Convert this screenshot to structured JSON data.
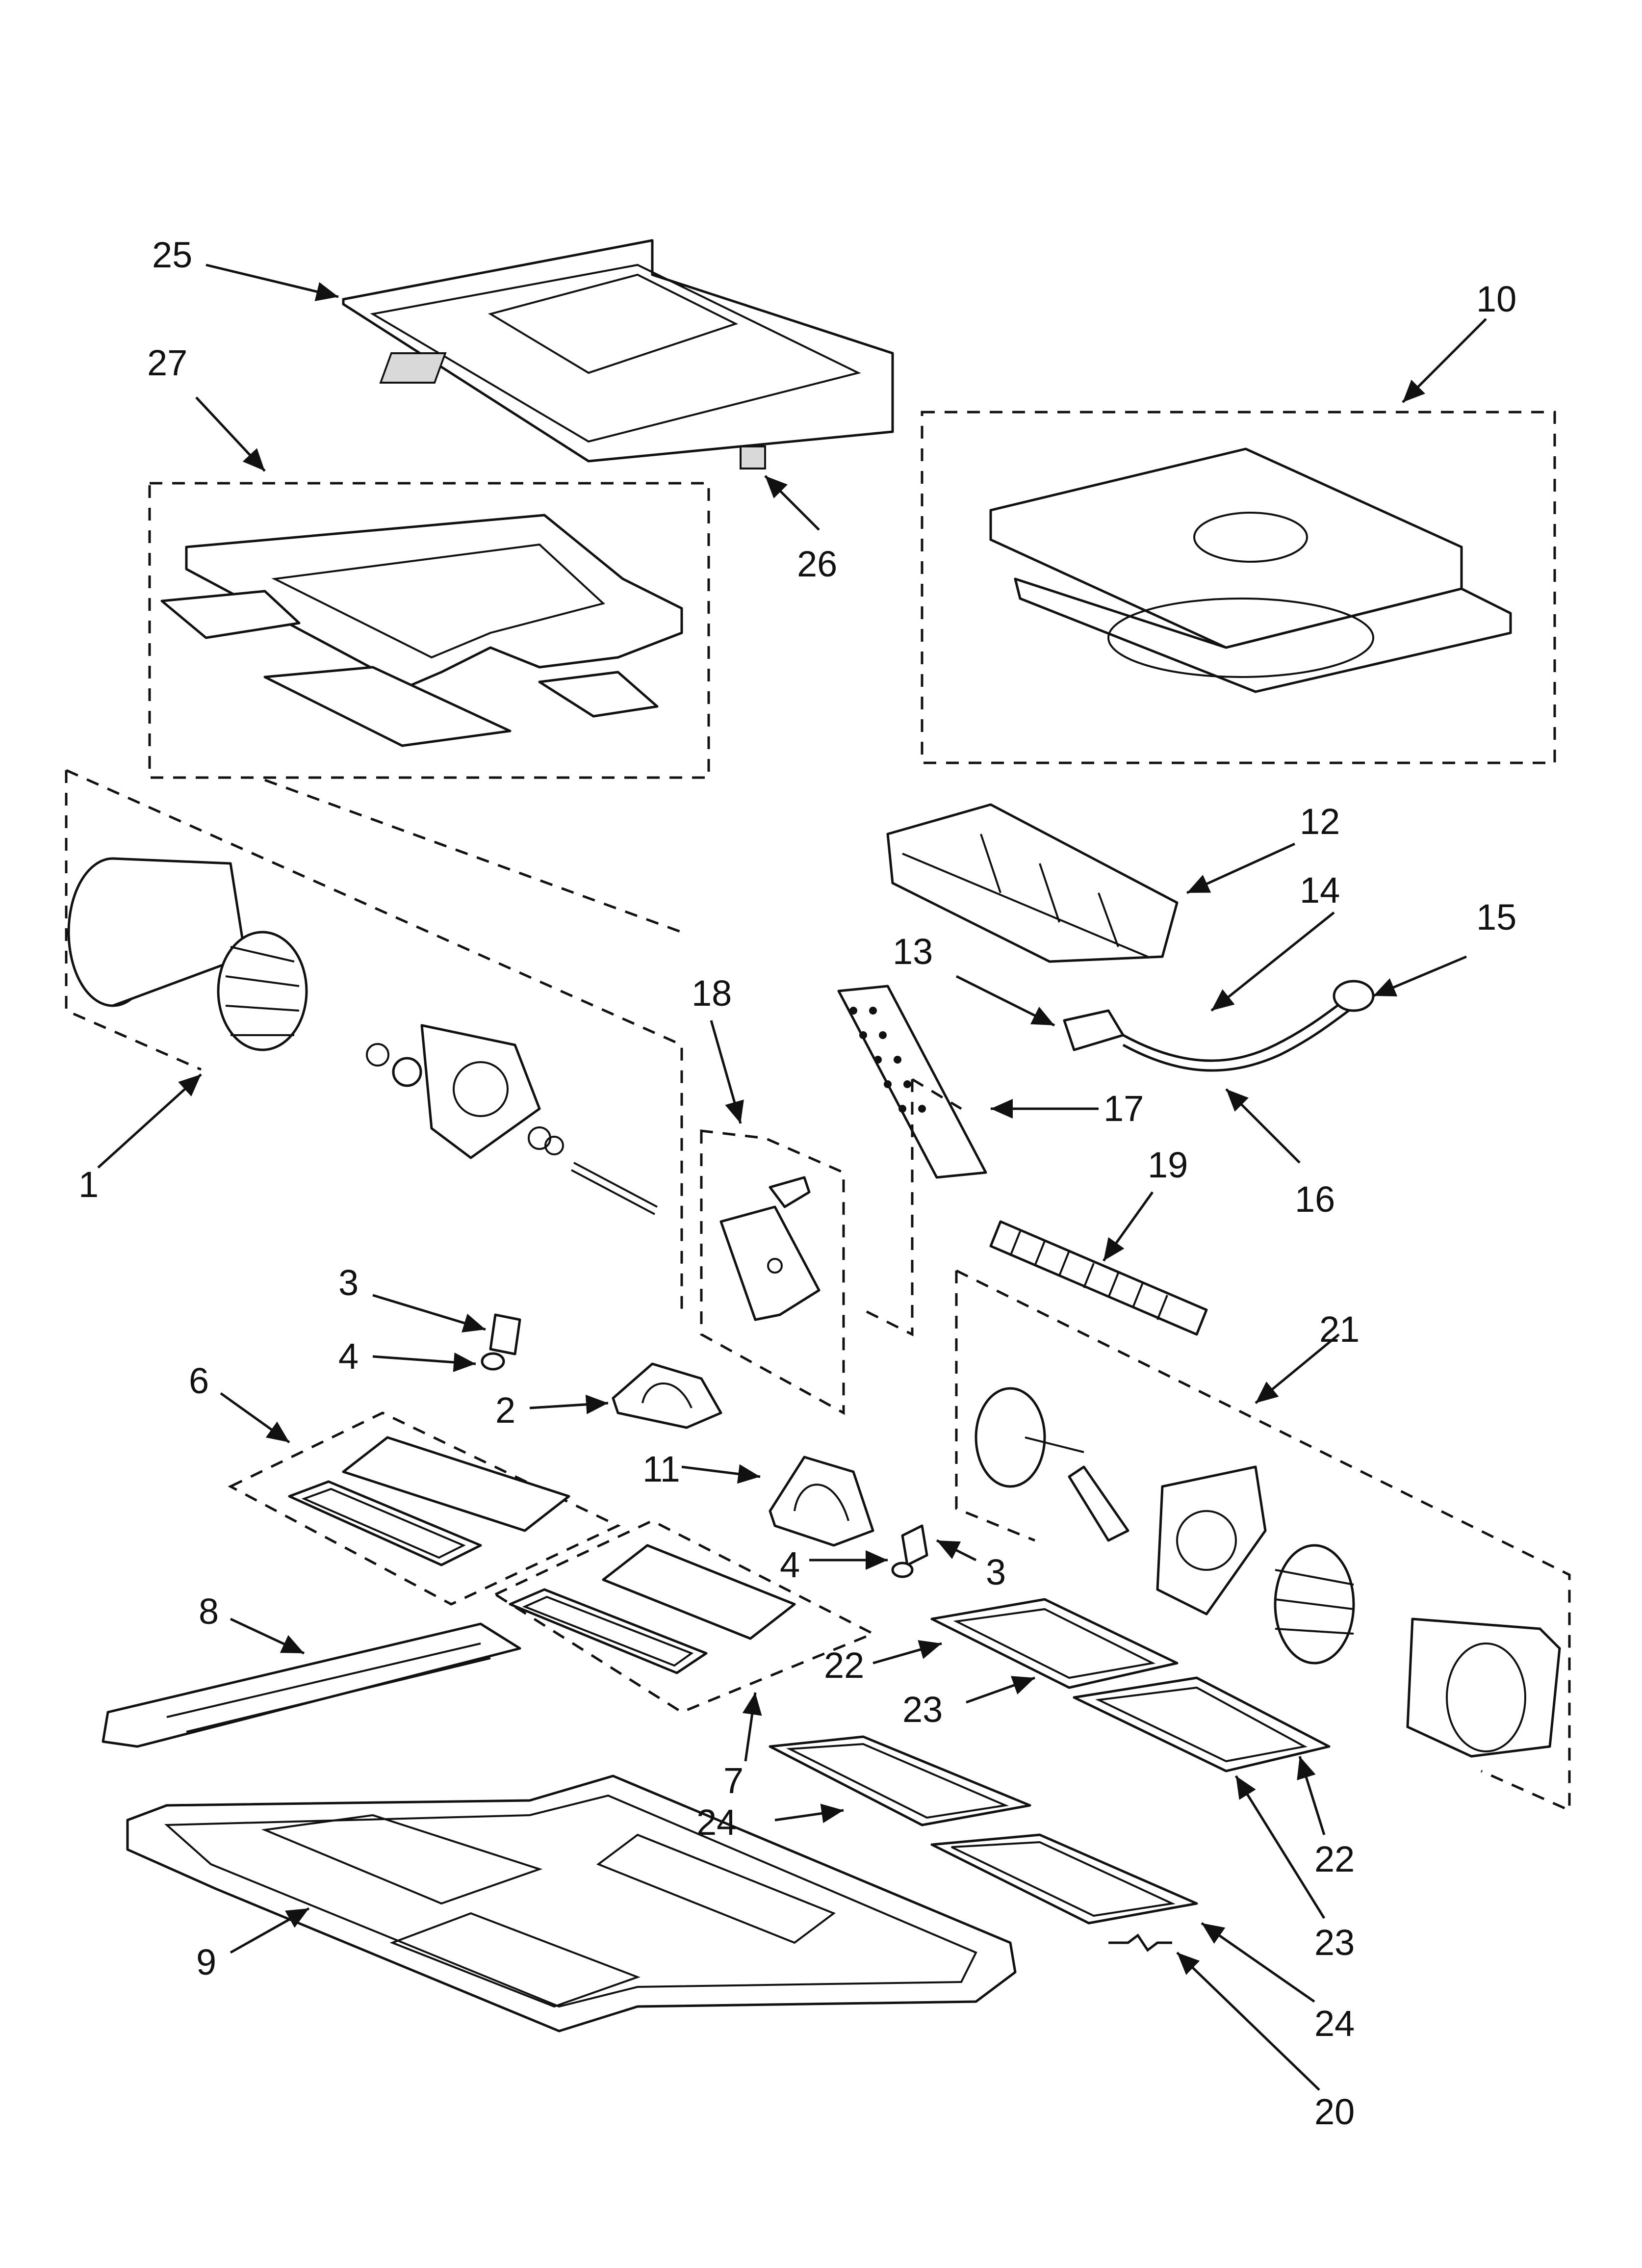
{
  "diagram": {
    "callouts": [
      {
        "id": "c25",
        "label": "25"
      },
      {
        "id": "c27",
        "label": "27"
      },
      {
        "id": "c26",
        "label": "26"
      },
      {
        "id": "c10",
        "label": "10"
      },
      {
        "id": "c12",
        "label": "12"
      },
      {
        "id": "c14",
        "label": "14"
      },
      {
        "id": "c15",
        "label": "15"
      },
      {
        "id": "c13",
        "label": "13"
      },
      {
        "id": "c17",
        "label": "17"
      },
      {
        "id": "c16",
        "label": "16"
      },
      {
        "id": "c18",
        "label": "18"
      },
      {
        "id": "c19",
        "label": "19"
      },
      {
        "id": "c1",
        "label": "1"
      },
      {
        "id": "c3a",
        "label": "3"
      },
      {
        "id": "c4a",
        "label": "4"
      },
      {
        "id": "c2",
        "label": "2"
      },
      {
        "id": "c6",
        "label": "6"
      },
      {
        "id": "c11",
        "label": "11"
      },
      {
        "id": "c21",
        "label": "21"
      },
      {
        "id": "c4b",
        "label": "4"
      },
      {
        "id": "c3b",
        "label": "3"
      },
      {
        "id": "c8",
        "label": "8"
      },
      {
        "id": "c22a",
        "label": "22"
      },
      {
        "id": "c23a",
        "label": "23"
      },
      {
        "id": "c7",
        "label": "7"
      },
      {
        "id": "c24a",
        "label": "24"
      },
      {
        "id": "c22b",
        "label": "22"
      },
      {
        "id": "c23b",
        "label": "23"
      },
      {
        "id": "c9",
        "label": "9"
      },
      {
        "id": "c24b",
        "label": "24"
      },
      {
        "id": "c20",
        "label": "20"
      }
    ]
  }
}
